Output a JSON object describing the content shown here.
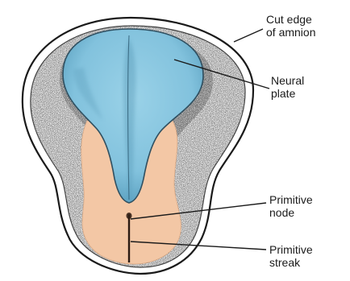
{
  "labels": {
    "amnion": [
      "Cut edge",
      "of amnion"
    ],
    "neural_plate": [
      "Neural",
      "plate"
    ],
    "primitive_node": [
      "Primitive",
      "node"
    ],
    "primitive_streak": [
      "Primitive",
      "streak"
    ]
  },
  "colors": {
    "neural_plate": "#8ecbe3",
    "neural_plate_shade": "#6fb2cf",
    "embryo": "#f3c7a5",
    "background_stipple": "#2a2a2a",
    "outline": "#1a1a1a"
  }
}
